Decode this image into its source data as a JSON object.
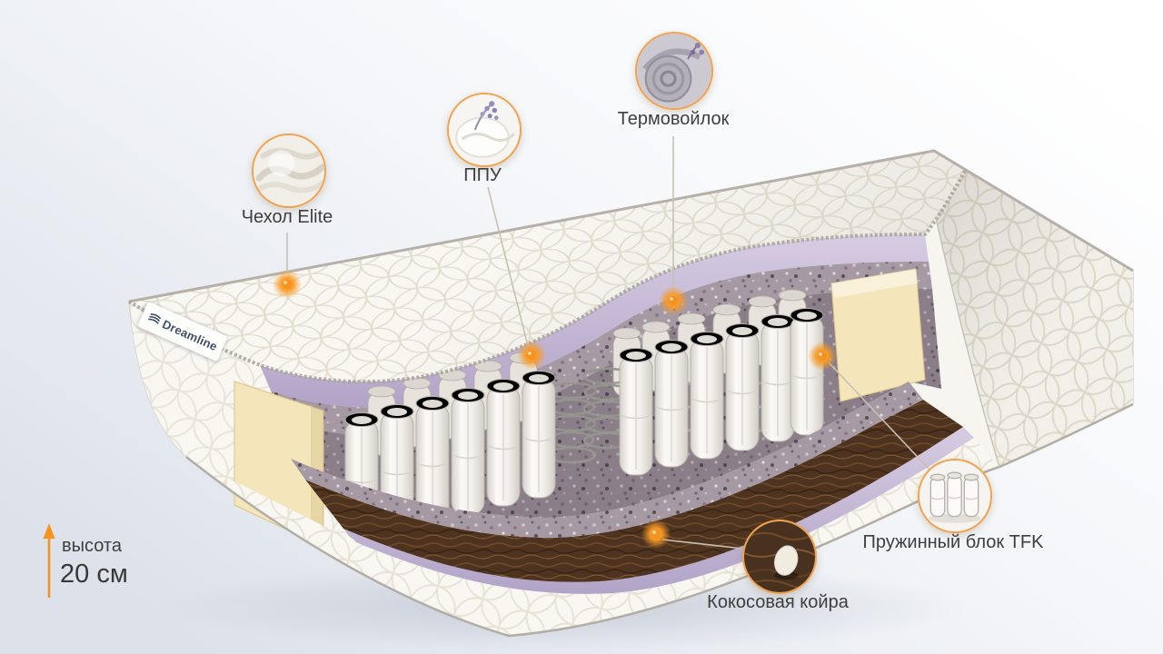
{
  "accent": "#f6921e",
  "background": {
    "top": "#ffffff",
    "bottom": "#dde2ea"
  },
  "brand": {
    "name": "Dreamline"
  },
  "height_indicator": {
    "label": "высота",
    "value": "20 см"
  },
  "callouts": [
    {
      "id": "cover",
      "label": "Чехол Elite",
      "icon": "quilted-fabric-icon"
    },
    {
      "id": "ppu",
      "label": "ППУ",
      "icon": "foam-icon"
    },
    {
      "id": "thermofelt",
      "label": "Термовойлок",
      "icon": "felt-roll-icon"
    },
    {
      "id": "springs",
      "label": "Пружинный блок TFK",
      "icon": "spring-block-icon"
    },
    {
      "id": "coir",
      "label": "Кокосовая койра",
      "icon": "coconut-coir-icon"
    }
  ],
  "layers": {
    "cover": "#f9f7f2",
    "foam": "#c6bad7",
    "felt": "#a59aa3",
    "springs": "#f4f1ed",
    "side_foam": "#f4e6ba",
    "coir": "#4e3420"
  }
}
